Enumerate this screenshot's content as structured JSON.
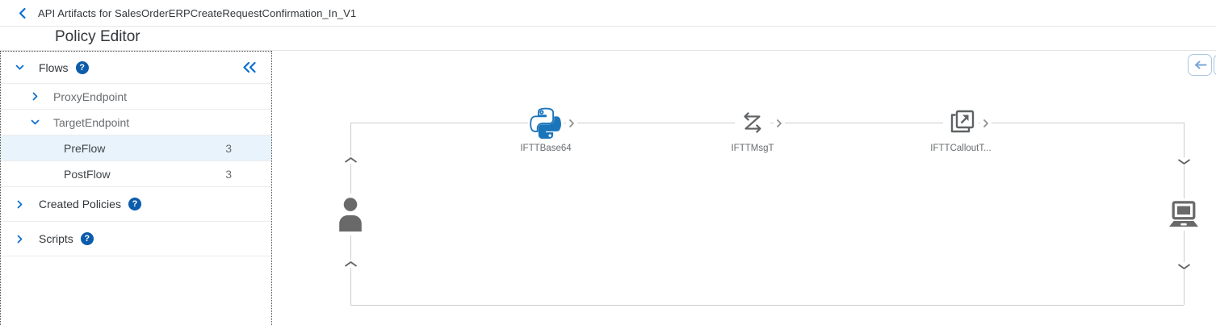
{
  "header": {
    "breadcrumb": "API Artifacts for SalesOrderERPCreateRequestConfirmation_In_V1",
    "title": "Policy Editor"
  },
  "sidebar": {
    "flows": {
      "label": "Flows",
      "help_glyph": "?"
    },
    "tree": [
      {
        "label": "ProxyEndpoint",
        "state": "collapsed"
      },
      {
        "label": "TargetEndpoint",
        "state": "expanded"
      }
    ],
    "subflows": [
      {
        "label": "PreFlow",
        "count": "3",
        "selected": true
      },
      {
        "label": "PostFlow",
        "count": "3",
        "selected": false
      }
    ],
    "sections": [
      {
        "label": "Created Policies",
        "help_glyph": "?"
      },
      {
        "label": "Scripts",
        "help_glyph": "?"
      }
    ]
  },
  "canvas": {
    "policies": [
      {
        "label": "IFTTBase64",
        "icon": "python-script-icon"
      },
      {
        "label": "IFTTMsgT",
        "icon": "message-transform-icon"
      },
      {
        "label": "IFTTCalloutT...",
        "icon": "service-callout-icon"
      }
    ],
    "client_icon": "person-icon",
    "target_icon": "laptop-icon",
    "toolbar_icons": [
      "arrow-left-undo",
      "arrow-right-redo"
    ]
  },
  "icons": {
    "back": "chevron-left",
    "help": "question-mark-circle",
    "collapse": "double-chevron-left",
    "expanded": "chevron-down",
    "collapsed": "chevron-right"
  },
  "colors": {
    "accent_blue": "#0a6ed1",
    "help_badge_blue": "#0b5cab",
    "selected_row_bg": "#e8f3fb",
    "flow_line_gray": "#cbcbcb",
    "diagram_icon_gray": "#696969",
    "python_blue": "#1b75bb",
    "text_dark": "#32363a",
    "text_gray": "#6a6d70",
    "tool_btn_border": "#a9c6e3"
  }
}
